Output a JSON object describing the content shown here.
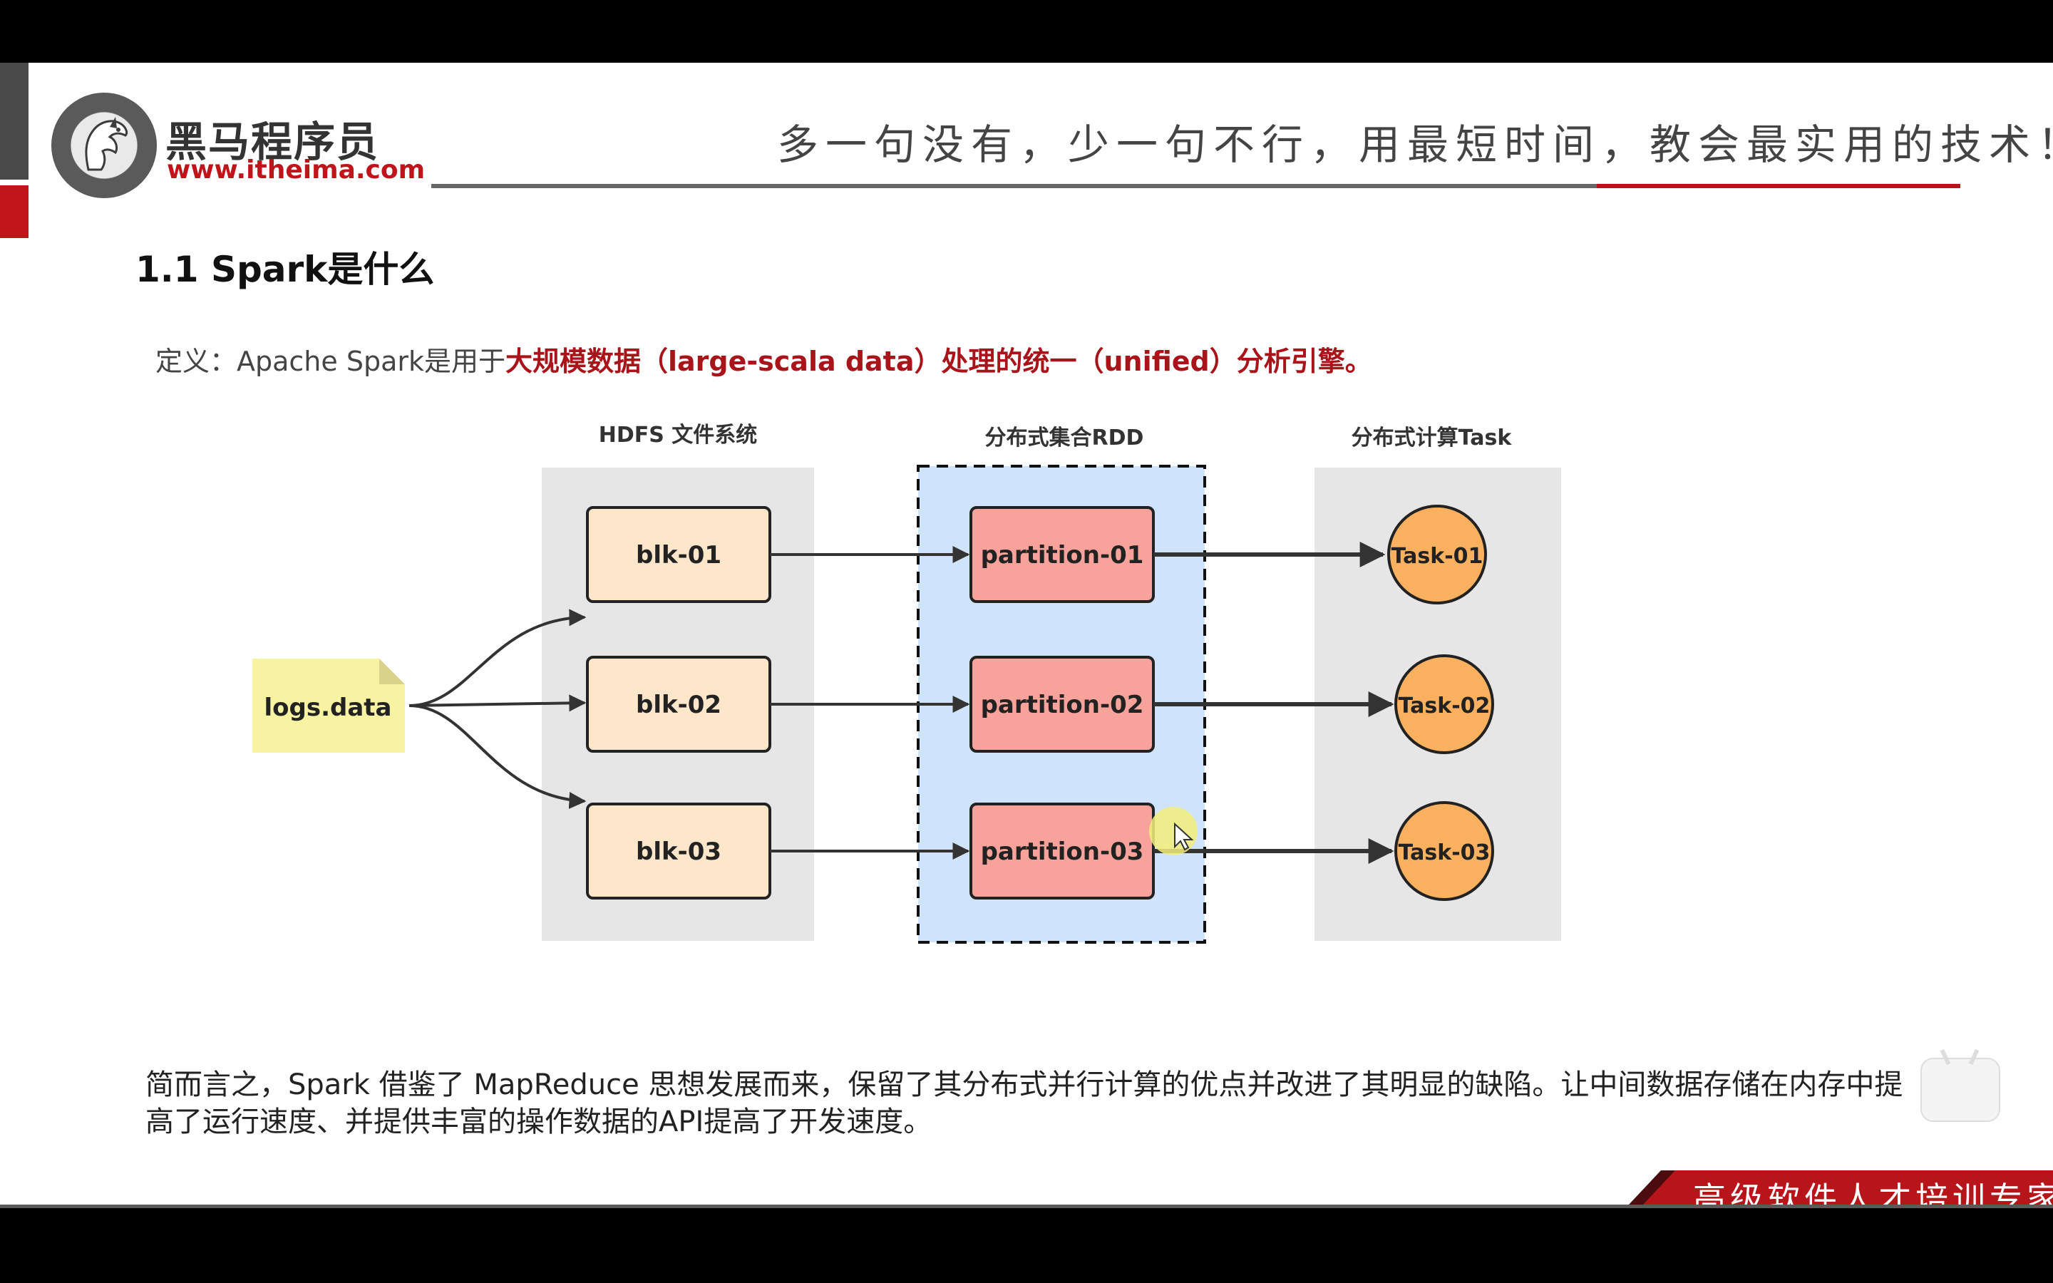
{
  "header": {
    "logo_name": "黑马程序员",
    "logo_url": "www.itheima.com",
    "slogan": "多一句没有，少一句不行，用最短时间，教会最实用的技术！"
  },
  "slide": {
    "title": "1.1 Spark是什么",
    "definition_prefix": "定义：Apache Spark是用于",
    "definition_highlight": "大规模数据（large-scala data）处理的统一（unified）分析引擎。"
  },
  "diagram": {
    "source": "logs.data",
    "groups": [
      {
        "label": "HDFS 文件系统"
      },
      {
        "label": "分布式集合RDD"
      },
      {
        "label": "分布式计算Task"
      }
    ],
    "blocks": [
      "blk-01",
      "blk-02",
      "blk-03"
    ],
    "partitions": [
      "partition-01",
      "partition-02",
      "partition-03"
    ],
    "tasks": [
      "Task-01",
      "Task-02",
      "Task-03"
    ],
    "colors": {
      "group_bg": "#e6e6e6",
      "rdd_bg": "#cfe4fb",
      "block_fill": "#fde6c9",
      "partition_fill": "#f7a29a",
      "task_fill": "#f9b160",
      "source_fill": "#f8f3a3"
    }
  },
  "summary": {
    "line1": "简而言之，Spark 借鉴了 MapReduce 思想发展而来，保留了其分布式并行计算的优点并改进了其明显的缺陷。让中间数据存储在内存中提",
    "line2": "高了运行速度、并提供丰富的操作数据的API提高了开发速度。"
  },
  "footer": {
    "tagline": "高级软件人才培训专家",
    "watermark": "bilibili"
  }
}
